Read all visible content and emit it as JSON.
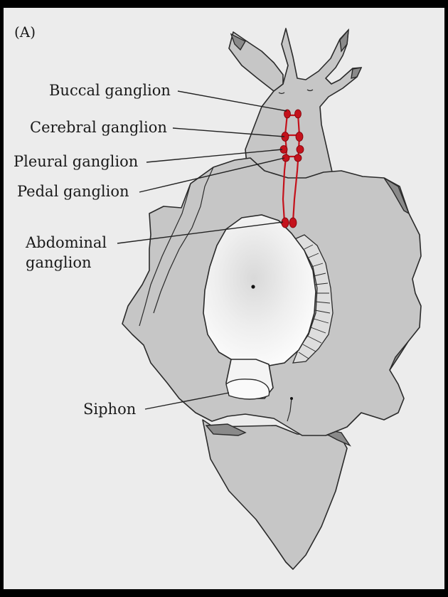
{
  "panel_label": "(A)",
  "labels": {
    "buccal": "Buccal ganglion",
    "cerebral": "Cerebral ganglion",
    "pleural": "Pleural ganglion",
    "pedal": "Pedal ganglion",
    "abdominal_line1": "Abdominal",
    "abdominal_line2": "ganglion",
    "siphon": "Siphon"
  },
  "colors": {
    "ganglion": "#c4121c",
    "body": "#c6c6c6",
    "background": "#ececec"
  }
}
